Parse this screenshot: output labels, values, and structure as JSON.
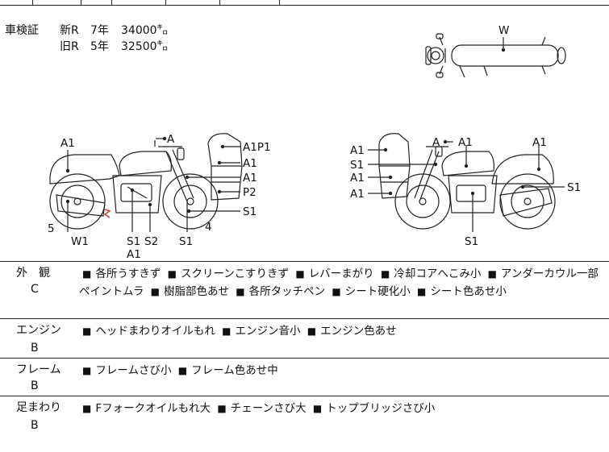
{
  "shaken": {
    "label": "車検証",
    "rows": [
      {
        "gen": "新R",
        "year": "7年",
        "dist": "34000㌔"
      },
      {
        "gen": "旧R",
        "year": "5年",
        "dist": "32500㌔"
      }
    ]
  },
  "diagram_labels": {
    "top_view": "W",
    "left": {
      "a1_rear": "A1",
      "a_mirror": "A",
      "a1p1": "A1P1",
      "a1_tank": "A1",
      "a1_frame": "A1",
      "p2": "P2",
      "s1_right": "S1",
      "four": "4",
      "five": "5",
      "w1": "W1",
      "s1": "S1",
      "s2": "S2",
      "a1_bottom": "A1",
      "s1_bottom": "S1"
    },
    "right": {
      "a_mirror": "A",
      "a1_tank": "A1",
      "a1_rear": "A1",
      "a1_1": "A1",
      "s1_left": "S1",
      "a1_2": "A1",
      "a1_3": "A1",
      "s1_right": "S1",
      "s1_bottom": "S1"
    }
  },
  "sections": [
    {
      "category": "外　観",
      "grade": "C",
      "items": [
        "各所うすきず",
        "スクリーンこすりきず",
        "レバーまがり",
        "冷却コアへこみ小",
        "アンダーカウル一部ペイントムラ",
        "樹脂部色あせ",
        "各所タッチペン",
        "シート硬化小",
        "シート色あせ小"
      ]
    },
    {
      "category": "エンジン",
      "grade": "B",
      "items": [
        "ヘッドまわりオイルもれ",
        "エンジン音小",
        "エンジン色あせ"
      ]
    },
    {
      "category": "フレーム",
      "grade": "B",
      "items": [
        "フレームさび小",
        "フレーム色あせ中"
      ]
    },
    {
      "category": "足まわり",
      "grade": "B",
      "items": [
        "Fフォークオイルもれ大",
        "チェーンさび大",
        "トップブリッジさび小"
      ]
    }
  ],
  "bullet": "■",
  "colors": {
    "line": "#222222",
    "mark": "#c0392b"
  }
}
